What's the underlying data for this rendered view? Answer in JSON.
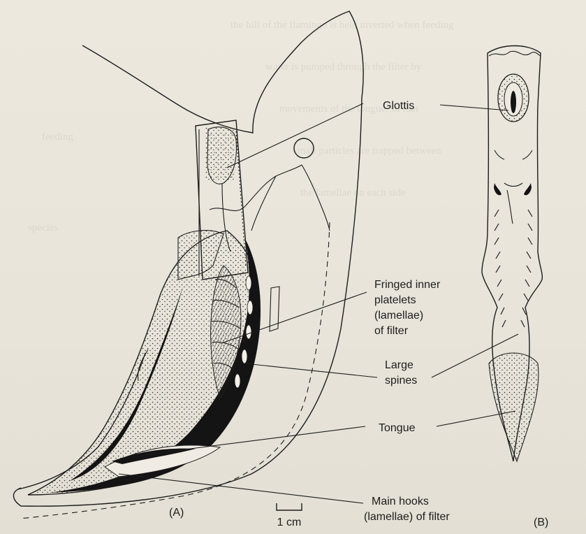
{
  "figure": {
    "labels": {
      "glottis": "Glottis",
      "fringed_1": "Fringed inner",
      "fringed_2": "platelets",
      "fringed_3": "(lamellae)",
      "fringed_4": "of filter",
      "spines_1": "Large",
      "spines_2": "spines",
      "tongue": "Tongue",
      "hooks_1": "Main hooks",
      "hooks_2": "(lamellae) of filter"
    },
    "panel_a": "(A)",
    "panel_b": "(B)",
    "scale_bar": "1 cm"
  },
  "colors": {
    "paper": "#ebe7dd",
    "ink": "#1c1c1c"
  }
}
